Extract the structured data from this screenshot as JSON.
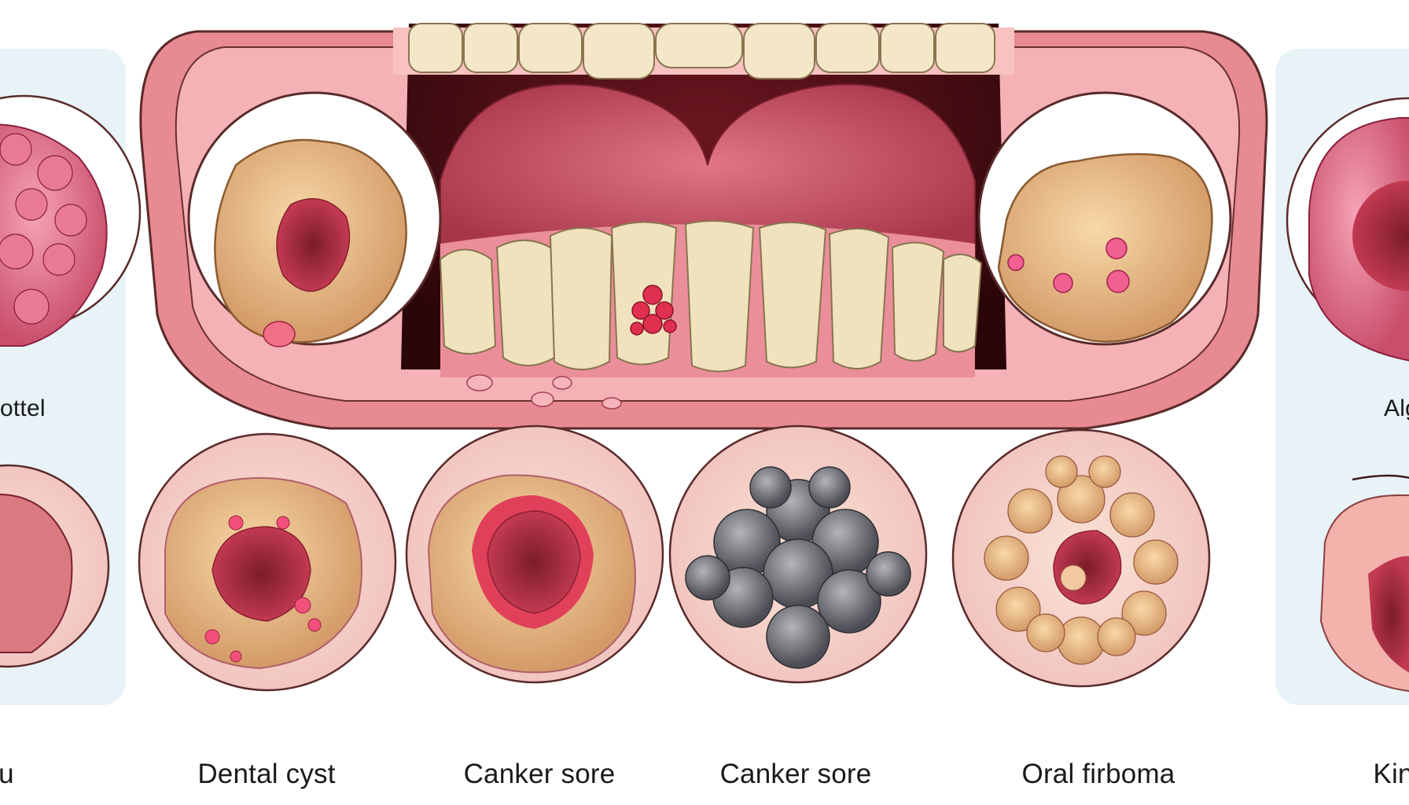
{
  "figure": {
    "labels": {
      "top_left_partial": "ottel",
      "top_right_partial": "Algu",
      "bottom_far_left_partial": "u",
      "bottom_1": "Dental cyst",
      "bottom_2": "Canker sore",
      "bottom_3": "Canker sore",
      "bottom_4": "Oral firboma",
      "bottom_far_right_partial": "Kin"
    },
    "colors": {
      "gum": "#f2a3a8",
      "lip": "#e88a92",
      "throat": "#3a0d12",
      "tongue": "#c2505c",
      "tooth": "#f3e7c7",
      "lesion_red": "#e0304f",
      "lesion_tan": "#e8bf8a",
      "lesion_gray": "#7a7a80",
      "outline": "#5a2a2a"
    }
  }
}
